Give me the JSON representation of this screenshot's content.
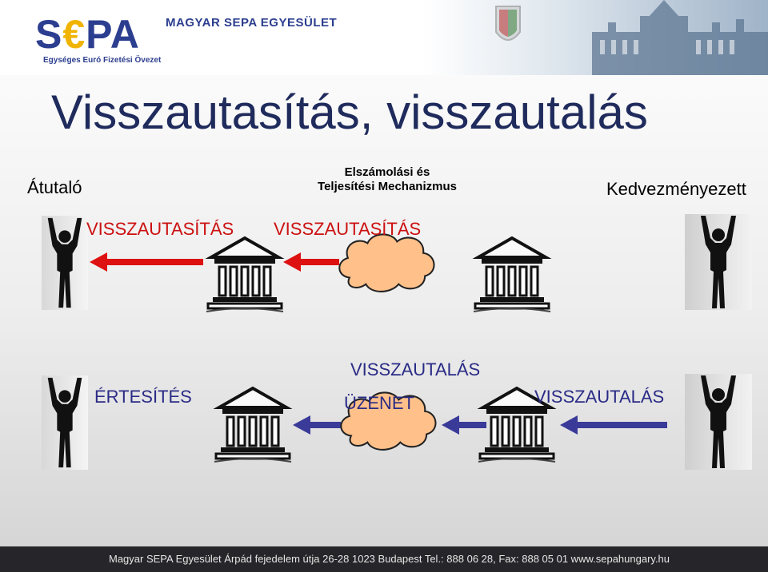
{
  "header": {
    "logo_text_s": "S",
    "logo_text_rest": "PA",
    "logo_subtitle": "Egységes Euró Fizetési Övezet",
    "org_name": "MAGYAR SEPA EGYESÜLET"
  },
  "title": "Visszautasítás, visszautalás",
  "labels": {
    "sender": "Átutaló",
    "clearing_line1": "Elszámolási és",
    "clearing_line2": "Teljesítési Mechanizmus",
    "beneficiary": "Kedvezményezett",
    "reject_left": "VISSZAUTASÍTÁS",
    "reject_middle": "VISSZAUTASÍTÁS",
    "notification": "ÉRTESÍTÉS",
    "return_top": "VISSZAUTALÁS",
    "message": "ÜZENET",
    "return_right": "VISSZAUTALÁS"
  },
  "colors": {
    "title": "#1f2b5c",
    "red_arrow": "#dd1111",
    "blue_arrow": "#3a3a99",
    "cloud": "#ffc08a"
  },
  "icons": [
    "person-icon",
    "bank-icon",
    "cloud-icon",
    "arrow-left-icon",
    "euro-icon"
  ],
  "footer": {
    "text": "Magyar SEPA Egyesület Árpád fejedelem útja 26-28 1023 Budapest Tel.: 888 06 28, Fax: 888 05 01 www.sepahungary.hu"
  }
}
